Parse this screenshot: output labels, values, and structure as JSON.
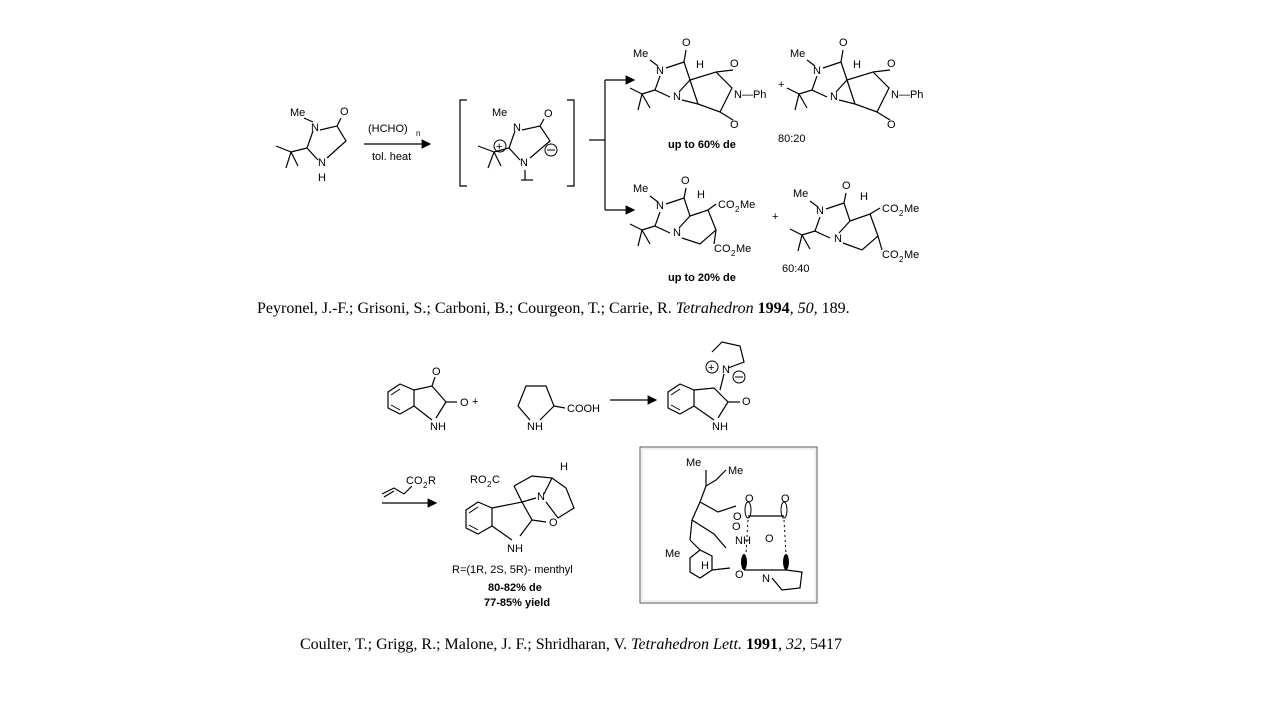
{
  "scheme1": {
    "reagent_top": "(HCHO)",
    "reagent_top_sub": "n",
    "reagent_bottom": "tol. heat",
    "de_top": "up to 60% de",
    "ratio_top": "80:20",
    "de_bottom": "up to 20% de",
    "ratio_bottom": "60:40",
    "atoms": {
      "me": "Me",
      "n": "N",
      "nh": "H",
      "o": "O",
      "h": "H",
      "plus": "+",
      "ph": "N—Ph",
      "co2me": "CO",
      "co2me_sub": "2",
      "co2me_tail": "Me"
    }
  },
  "citation1": {
    "authors": "Peyronel, J.-F.; Grisoni, S.; Carboni, B.; Courgeon, T.; Carrie, R. ",
    "journal": "Tetrahedron",
    "year": " 1994",
    "volume": ", 50",
    "pages": ", 189."
  },
  "scheme2": {
    "proline_acid": "COOH",
    "acrylate": "CO",
    "acrylate_sub": "2",
    "acrylate_tail": "R",
    "ester": "RO",
    "ester_sub": "2",
    "ester_tail": "C",
    "r_group": "R=(1R, 2S, 5R)- menthyl",
    "de": "80-82% de",
    "yield": "77-85% yield",
    "box_me": "Me",
    "plus": "+",
    "nh": "NH",
    "h": "H",
    "o": "O",
    "n": "N"
  },
  "citation2": {
    "authors": "Coulter, T.; Grigg, R.; Malone, J. F.; Shridharan, V. ",
    "journal": "Tetrahedron Lett.",
    "year": " 1991",
    "volume": ", 32",
    "pages": ", 5417"
  }
}
